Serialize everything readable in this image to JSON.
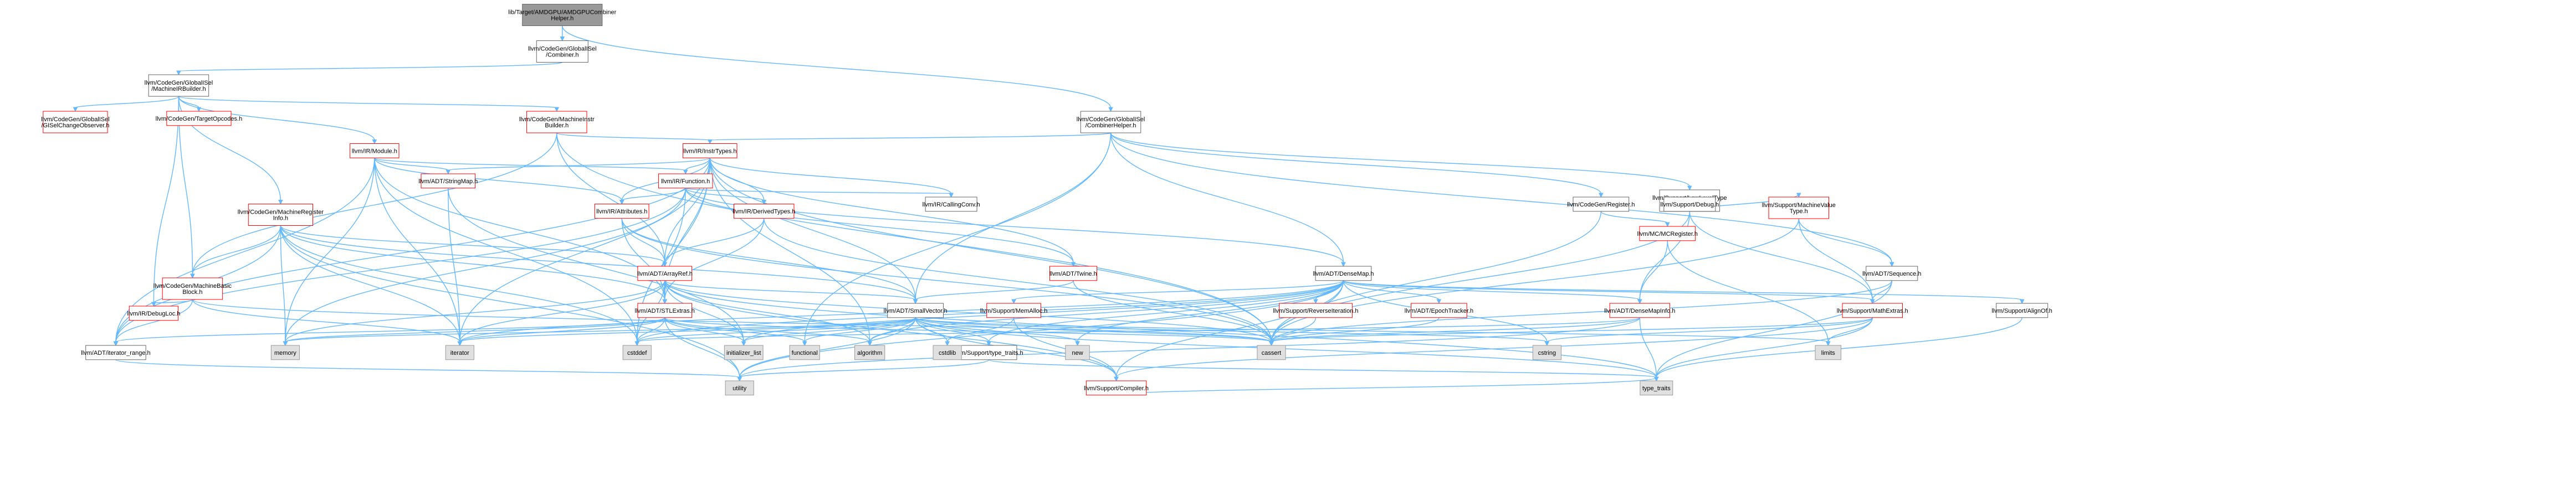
{
  "colors": {
    "edge": "#63B8FF",
    "normal_fill": "#ffffff",
    "normal_stroke": "#666666",
    "linked_stroke": "#ff0000",
    "system_fill": "#e0e0e0",
    "system_stroke": "#999999",
    "root_fill": "#999999",
    "root_stroke": "#666666",
    "text": "#000000"
  },
  "nodes": [
    {
      "id": "root",
      "label": [
        "lib/Target/AMDGPU/AMDGPUCombiner",
        "Helper.h"
      ],
      "kind": "root"
    },
    {
      "id": "combiner",
      "label": [
        "llvm/CodeGen/GlobalISel",
        "/Combiner.h"
      ],
      "kind": "normal"
    },
    {
      "id": "mib",
      "label": [
        "llvm/CodeGen/GlobalISel",
        "/MachineIRBuilder.h"
      ],
      "kind": "normal"
    },
    {
      "id": "combhelper",
      "label": [
        "llvm/CodeGen/GlobalISel",
        "/CombinerHelper.h"
      ],
      "kind": "normal"
    },
    {
      "id": "gisco",
      "label": [
        "llvm/CodeGen/GlobalISel",
        "/GISelChangeObserver.h"
      ],
      "kind": "linked"
    },
    {
      "id": "targetop",
      "label": [
        "llvm/CodeGen/TargetOpcodes.h"
      ],
      "kind": "linked"
    },
    {
      "id": "mibuilder",
      "label": [
        "llvm/CodeGen/MachineInstr",
        "Builder.h"
      ],
      "kind": "linked"
    },
    {
      "id": "module",
      "label": [
        "llvm/IR/Module.h"
      ],
      "kind": "linked"
    },
    {
      "id": "instrtypes",
      "label": [
        "llvm/IR/InstrTypes.h"
      ],
      "kind": "linked"
    },
    {
      "id": "stringmap",
      "label": [
        "llvm/ADT/StringMap.h"
      ],
      "kind": "linked"
    },
    {
      "id": "function",
      "label": [
        "llvm/IR/Function.h"
      ],
      "kind": "linked"
    },
    {
      "id": "mri",
      "label": [
        "llvm/CodeGen/MachineRegister",
        "Info.h"
      ],
      "kind": "linked"
    },
    {
      "id": "attributes",
      "label": [
        "llvm/IR/Attributes.h"
      ],
      "kind": "linked"
    },
    {
      "id": "derivedtypes",
      "label": [
        "llvm/IR/DerivedTypes.h"
      ],
      "kind": "linked"
    },
    {
      "id": "callingconv",
      "label": [
        "llvm/IR/CallingConv.h"
      ],
      "kind": "normal"
    },
    {
      "id": "lltimpl",
      "label": [
        "llvm/Support/LowLevelType",
        "Impl.h"
      ],
      "kind": "normal"
    },
    {
      "id": "register",
      "label": [
        "llvm/CodeGen/Register.h"
      ],
      "kind": "normal"
    },
    {
      "id": "debug",
      "label": [
        "llvm/Support/Debug.h"
      ],
      "kind": "normal"
    },
    {
      "id": "mvt",
      "label": [
        "llvm/Support/MachineValue",
        "Type.h"
      ],
      "kind": "linked"
    },
    {
      "id": "mcreg",
      "label": [
        "llvm/MC/MCRegister.h"
      ],
      "kind": "linked"
    },
    {
      "id": "mbb",
      "label": [
        "llvm/CodeGen/MachineBasic",
        "Block.h"
      ],
      "kind": "linked"
    },
    {
      "id": "twine",
      "label": [
        "llvm/ADT/Twine.h"
      ],
      "kind": "linked"
    },
    {
      "id": "densemap",
      "label": [
        "llvm/ADT/DenseMap.h"
      ],
      "kind": "normal"
    },
    {
      "id": "sequence",
      "label": [
        "llvm/ADT/Sequence.h"
      ],
      "kind": "normal"
    },
    {
      "id": "arrayref",
      "label": [
        "llvm/ADT/ArrayRef.h"
      ],
      "kind": "linked"
    },
    {
      "id": "debugloc",
      "label": [
        "llvm/IR/DebugLoc.h"
      ],
      "kind": "linked"
    },
    {
      "id": "stlextras",
      "label": [
        "llvm/ADT/STLExtras.h"
      ],
      "kind": "linked"
    },
    {
      "id": "smallvector",
      "label": [
        "llvm/ADT/SmallVector.h"
      ],
      "kind": "normal"
    },
    {
      "id": "memalloc",
      "label": [
        "llvm/Support/MemAlloc.h"
      ],
      "kind": "linked"
    },
    {
      "id": "reviter",
      "label": [
        "llvm/Support/ReverseIteration.h"
      ],
      "kind": "linked"
    },
    {
      "id": "epoch",
      "label": [
        "llvm/ADT/EpochTracker.h"
      ],
      "kind": "linked"
    },
    {
      "id": "densemapinfo",
      "label": [
        "llvm/ADT/DenseMapInfo.h"
      ],
      "kind": "linked"
    },
    {
      "id": "mathextras",
      "label": [
        "llvm/Support/MathExtras.h"
      ],
      "kind": "linked"
    },
    {
      "id": "alignof",
      "label": [
        "llvm/Support/AlignOf.h"
      ],
      "kind": "normal"
    },
    {
      "id": "iterrange",
      "label": [
        "llvm/ADT/iterator_range.h"
      ],
      "kind": "normal"
    },
    {
      "id": "typetraits",
      "label": [
        "llvm/Support/type_traits.h"
      ],
      "kind": "normal"
    },
    {
      "id": "memory",
      "label": [
        "memory"
      ],
      "kind": "system"
    },
    {
      "id": "iterator",
      "label": [
        "iterator"
      ],
      "kind": "system"
    },
    {
      "id": "cstddef",
      "label": [
        "cstddef"
      ],
      "kind": "system"
    },
    {
      "id": "initlist",
      "label": [
        "initializer_list"
      ],
      "kind": "system"
    },
    {
      "id": "functional",
      "label": [
        "functional"
      ],
      "kind": "system"
    },
    {
      "id": "algorithm",
      "label": [
        "algorithm"
      ],
      "kind": "system"
    },
    {
      "id": "cstdlib",
      "label": [
        "cstdlib"
      ],
      "kind": "system"
    },
    {
      "id": "new",
      "label": [
        "new"
      ],
      "kind": "system"
    },
    {
      "id": "cassert",
      "label": [
        "cassert"
      ],
      "kind": "system"
    },
    {
      "id": "cstring",
      "label": [
        "cstring"
      ],
      "kind": "system"
    },
    {
      "id": "limits",
      "label": [
        "limits"
      ],
      "kind": "system"
    },
    {
      "id": "utility",
      "label": [
        "utility"
      ],
      "kind": "system"
    },
    {
      "id": "compiler",
      "label": [
        "llvm/Support/Compiler.h"
      ],
      "kind": "linked"
    },
    {
      "id": "type_traits",
      "label": [
        "type_traits"
      ],
      "kind": "system"
    }
  ],
  "edges": [
    [
      "root",
      "combiner"
    ],
    [
      "root",
      "combhelper"
    ],
    [
      "combiner",
      "mib"
    ],
    [
      "mib",
      "gisco"
    ],
    [
      "mib",
      "targetop"
    ],
    [
      "mib",
      "mibuilder"
    ],
    [
      "mib",
      "module"
    ],
    [
      "mib",
      "mri"
    ],
    [
      "mib",
      "mbb"
    ],
    [
      "mib",
      "debugloc"
    ],
    [
      "mibuilder",
      "mbb"
    ],
    [
      "mibuilder",
      "instrtypes"
    ],
    [
      "mibuilder",
      "arrayref"
    ],
    [
      "mibuilder",
      "cassert"
    ],
    [
      "combhelper",
      "instrtypes"
    ],
    [
      "combhelper",
      "lltimpl"
    ],
    [
      "combhelper",
      "register"
    ],
    [
      "combhelper",
      "densemap"
    ],
    [
      "combhelper",
      "sequence"
    ],
    [
      "combhelper",
      "functional"
    ],
    [
      "combhelper",
      "smallvector"
    ],
    [
      "module",
      "stringmap"
    ],
    [
      "module",
      "function"
    ],
    [
      "module",
      "attributes"
    ],
    [
      "module",
      "stlextras"
    ],
    [
      "module",
      "iterrange"
    ],
    [
      "module",
      "memory"
    ],
    [
      "module",
      "cstddef"
    ],
    [
      "module",
      "iterator"
    ],
    [
      "instrtypes",
      "stringmap"
    ],
    [
      "instrtypes",
      "function"
    ],
    [
      "instrtypes",
      "attributes"
    ],
    [
      "instrtypes",
      "derivedtypes"
    ],
    [
      "instrtypes",
      "callingconv"
    ],
    [
      "instrtypes",
      "twine"
    ],
    [
      "instrtypes",
      "arrayref"
    ],
    [
      "instrtypes",
      "stlextras"
    ],
    [
      "instrtypes",
      "smallvector"
    ],
    [
      "instrtypes",
      "iterator"
    ],
    [
      "instrtypes",
      "cstddef"
    ],
    [
      "instrtypes",
      "iterrange"
    ],
    [
      "instrtypes",
      "algorithm"
    ],
    [
      "instrtypes",
      "cassert"
    ],
    [
      "stringmap",
      "iterator"
    ],
    [
      "stringmap",
      "initlist"
    ],
    [
      "function",
      "attributes"
    ],
    [
      "function",
      "derivedtypes"
    ],
    [
      "function",
      "callingconv"
    ],
    [
      "function",
      "twine"
    ],
    [
      "function",
      "iterrange"
    ],
    [
      "function",
      "cstddef"
    ],
    [
      "function",
      "memory"
    ],
    [
      "function",
      "densemap"
    ],
    [
      "mri",
      "mbb"
    ],
    [
      "mri",
      "arrayref"
    ],
    [
      "mri",
      "stlextras"
    ],
    [
      "mri",
      "smallvector"
    ],
    [
      "mri",
      "iterator"
    ],
    [
      "mri",
      "memory"
    ],
    [
      "mri",
      "cstddef"
    ],
    [
      "mri",
      "utility"
    ],
    [
      "mri",
      "iterrange"
    ],
    [
      "attributes",
      "arrayref"
    ],
    [
      "attributes",
      "stlextras"
    ],
    [
      "attributes",
      "smallvector"
    ],
    [
      "attributes",
      "cassert"
    ],
    [
      "derivedtypes",
      "arrayref"
    ],
    [
      "derivedtypes",
      "stlextras"
    ],
    [
      "derivedtypes",
      "cassert"
    ],
    [
      "lltimpl",
      "debug"
    ],
    [
      "lltimpl",
      "mvt"
    ],
    [
      "lltimpl",
      "mathextras"
    ],
    [
      "lltimpl",
      "densemapinfo"
    ],
    [
      "lltimpl",
      "cassert"
    ],
    [
      "register",
      "mcreg"
    ],
    [
      "register",
      "cassert"
    ],
    [
      "mvt",
      "sequence"
    ],
    [
      "mvt",
      "mathextras"
    ],
    [
      "mvt",
      "cassert"
    ],
    [
      "mcreg",
      "densemapinfo"
    ],
    [
      "mcreg",
      "limits"
    ],
    [
      "mbb",
      "debugloc"
    ],
    [
      "mbb",
      "iterrange"
    ],
    [
      "mbb",
      "iterator"
    ],
    [
      "mbb",
      "cassert"
    ],
    [
      "twine",
      "smallvector"
    ],
    [
      "twine",
      "cassert"
    ],
    [
      "densemap",
      "reviter"
    ],
    [
      "densemap",
      "epoch"
    ],
    [
      "densemap",
      "densemapinfo"
    ],
    [
      "densemap",
      "mathextras"
    ],
    [
      "densemap",
      "memalloc"
    ],
    [
      "densemap",
      "alignof"
    ],
    [
      "densemap",
      "typetraits"
    ],
    [
      "densemap",
      "compiler"
    ],
    [
      "densemap",
      "algorithm"
    ],
    [
      "densemap",
      "cassert"
    ],
    [
      "densemap",
      "cstddef"
    ],
    [
      "densemap",
      "cstring"
    ],
    [
      "densemap",
      "initlist"
    ],
    [
      "densemap",
      "iterator"
    ],
    [
      "densemap",
      "new"
    ],
    [
      "densemap",
      "utility"
    ],
    [
      "sequence",
      "mathextras"
    ],
    [
      "sequence",
      "cassert"
    ],
    [
      "sequence",
      "type_traits"
    ],
    [
      "arrayref",
      "stlextras"
    ],
    [
      "arrayref",
      "smallvector"
    ],
    [
      "arrayref",
      "compiler"
    ],
    [
      "arrayref",
      "algorithm"
    ],
    [
      "arrayref",
      "cassert"
    ],
    [
      "arrayref",
      "cstddef"
    ],
    [
      "arrayref",
      "initlist"
    ],
    [
      "arrayref",
      "iterator"
    ],
    [
      "arrayref",
      "memory"
    ],
    [
      "arrayref",
      "type_traits"
    ],
    [
      "stlextras",
      "iterrange"
    ],
    [
      "stlextras",
      "algorithm"
    ],
    [
      "stlextras",
      "cassert"
    ],
    [
      "stlextras",
      "cstddef"
    ],
    [
      "stlextras",
      "functional"
    ],
    [
      "stlextras",
      "initlist"
    ],
    [
      "stlextras",
      "iterator"
    ],
    [
      "stlextras",
      "memory"
    ],
    [
      "stlextras",
      "utility"
    ],
    [
      "smallvector",
      "compiler"
    ],
    [
      "smallvector",
      "typetraits"
    ],
    [
      "smallvector",
      "algorithm"
    ],
    [
      "smallvector",
      "cassert"
    ],
    [
      "smallvector",
      "cstddef"
    ],
    [
      "smallvector",
      "cstdlib"
    ],
    [
      "smallvector",
      "cstring"
    ],
    [
      "smallvector",
      "functional"
    ],
    [
      "smallvector",
      "initlist"
    ],
    [
      "smallvector",
      "iterator"
    ],
    [
      "smallvector",
      "limits"
    ],
    [
      "smallvector",
      "memory"
    ],
    [
      "smallvector",
      "new"
    ],
    [
      "smallvector",
      "type_traits"
    ],
    [
      "smallvector",
      "utility"
    ],
    [
      "memalloc",
      "compiler"
    ],
    [
      "memalloc",
      "cstdlib"
    ],
    [
      "reviter",
      "cassert"
    ],
    [
      "epoch",
      "cassert"
    ],
    [
      "densemapinfo",
      "cassert"
    ],
    [
      "densemapinfo",
      "cstddef"
    ],
    [
      "densemapinfo",
      "type_traits"
    ],
    [
      "densemapinfo",
      "utility"
    ],
    [
      "mathextras",
      "compiler"
    ],
    [
      "mathextras",
      "cassert"
    ],
    [
      "mathextras",
      "limits"
    ],
    [
      "mathextras",
      "type_traits"
    ],
    [
      "mathextras",
      "cstring"
    ],
    [
      "alignof",
      "type_traits"
    ],
    [
      "iterrange",
      "utility"
    ],
    [
      "typetraits",
      "type_traits"
    ],
    [
      "typetraits",
      "utility"
    ],
    [
      "compiler",
      "type_traits"
    ]
  ]
}
